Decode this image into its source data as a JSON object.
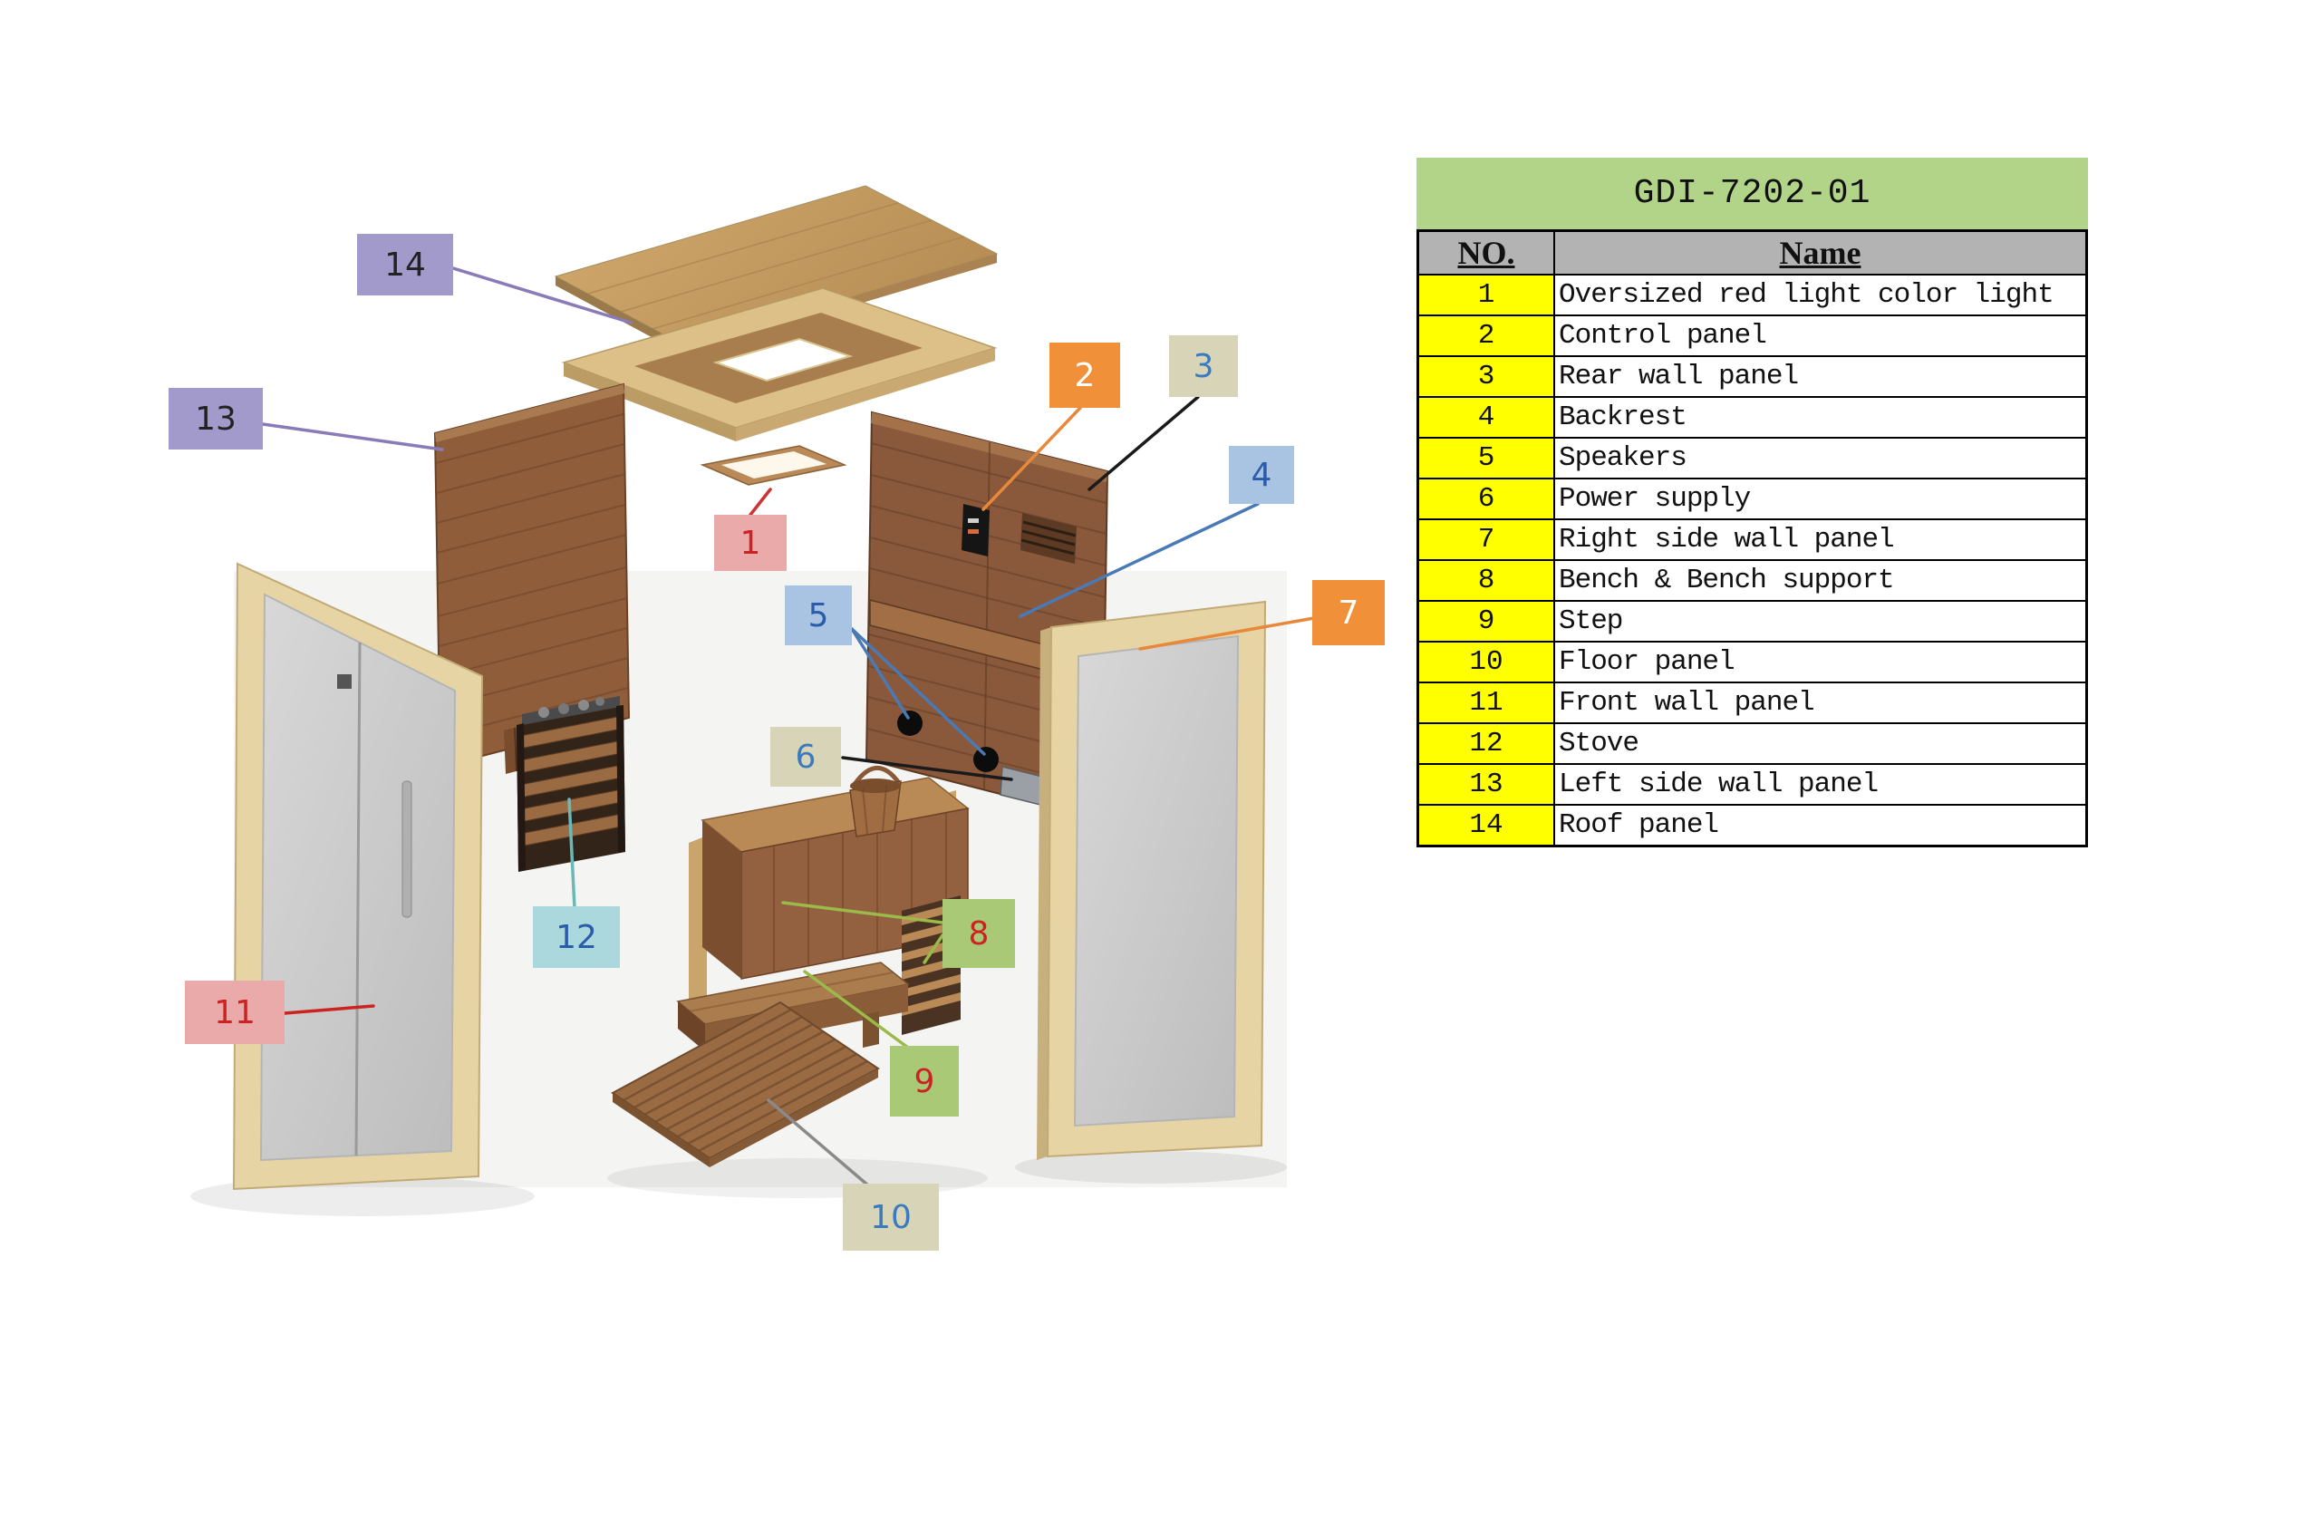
{
  "table": {
    "title": "GDI-7202-01",
    "columns": {
      "no": "NO.",
      "name": "Name"
    },
    "rows": [
      {
        "no": "1",
        "name": "Oversized red light color light"
      },
      {
        "no": "2",
        "name": "Control panel"
      },
      {
        "no": "3",
        "name": "Rear wall panel"
      },
      {
        "no": "4",
        "name": "Backrest"
      },
      {
        "no": "5",
        "name": "Speakers"
      },
      {
        "no": "6",
        "name": "Power supply"
      },
      {
        "no": "7",
        "name": "Right side wall panel"
      },
      {
        "no": "8",
        "name": "Bench & Bench support"
      },
      {
        "no": "9",
        "name": "Step"
      },
      {
        "no": "10",
        "name": "Floor panel"
      },
      {
        "no": "11",
        "name": "Front wall panel"
      },
      {
        "no": "12",
        "name": "Stove"
      },
      {
        "no": "13",
        "name": "Left side wall panel"
      },
      {
        "no": "14",
        "name": "Roof panel"
      }
    ]
  },
  "labels": [
    {
      "text": "1",
      "bg": "#e9aaa9",
      "fg": "#cc2222",
      "line": "#cc3333"
    },
    {
      "text": "2",
      "bg": "#f0913a",
      "fg": "#ffffff",
      "line": "#e8883a"
    },
    {
      "text": "3",
      "bg": "#d8d4b8",
      "fg": "#3a7abf",
      "line": "#1a1a1a"
    },
    {
      "text": "4",
      "bg": "#a9c3e3",
      "fg": "#2a5caa",
      "line": "#4a7ab5"
    },
    {
      "text": "5",
      "bg": "#a9c3e3",
      "fg": "#2a5caa",
      "line": "#4a7ab5"
    },
    {
      "text": "6",
      "bg": "#d8d4b8",
      "fg": "#3a7abf",
      "line": "#1a1a1a"
    },
    {
      "text": "7",
      "bg": "#f0913a",
      "fg": "#ffffff",
      "line": "#e8883a"
    },
    {
      "text": "8",
      "bg": "#a9c977",
      "fg": "#cc2222",
      "line": "#9aba4a"
    },
    {
      "text": "9",
      "bg": "#a9c977",
      "fg": "#cc2222",
      "line": "#9aba4a"
    },
    {
      "text": "10",
      "bg": "#d8d4b8",
      "fg": "#3a7abf",
      "line": "#8a8a8a"
    },
    {
      "text": "11",
      "bg": "#e9aaa9",
      "fg": "#cc2222",
      "line": "#cc2222"
    },
    {
      "text": "12",
      "bg": "#abd8dc",
      "fg": "#2a5caa",
      "line": "#6ab8b8"
    },
    {
      "text": "13",
      "bg": "#a29aca",
      "fg": "#222222",
      "line": "#8a7ab8"
    },
    {
      "text": "14",
      "bg": "#a29aca",
      "fg": "#222222",
      "line": "#8a7ab8"
    }
  ],
  "colors": {
    "table_title_bg": "#b2d488",
    "table_header_bg": "#b3b3b3",
    "table_no_bg": "#ffff00",
    "table_border": "#000000",
    "page_bg": "#ffffff"
  }
}
